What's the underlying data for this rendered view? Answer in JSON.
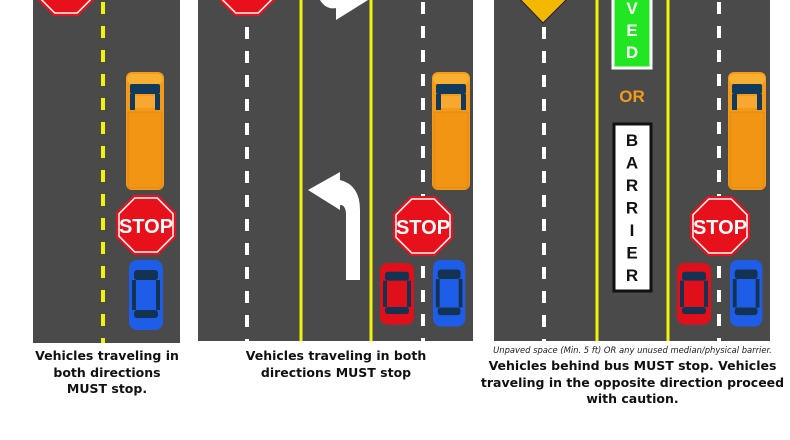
{
  "colors": {
    "road": "#4a4a4a",
    "yellow_line": "#f2f20a",
    "white_line": "#ffffff",
    "stop_red": "#e8101a",
    "bus_orange": "#f59a18",
    "car_blue": "#1e5de8",
    "car_red": "#e0101a",
    "paved_green": "#22e622",
    "or_orange": "#f59a18"
  },
  "signs": {
    "stop": "STOP",
    "paved_partial": "VED",
    "or": "OR",
    "barrier_letters": [
      "B",
      "A",
      "R",
      "R",
      "I",
      "E",
      "R"
    ]
  },
  "panels": [
    {
      "caption_lines": [
        "Vehicles traveling in",
        "both directions",
        "MUST stop."
      ]
    },
    {
      "caption_lines": [
        "Vehicles traveling in both",
        "directions MUST stop"
      ]
    },
    {
      "note": "Unpaved space (Min. 5 ft) OR any unused median/physical barrier.",
      "caption_lines": [
        "Vehicles behind bus MUST stop. Vehicles",
        "traveling in the opposite direction proceed",
        "with caution."
      ]
    }
  ]
}
